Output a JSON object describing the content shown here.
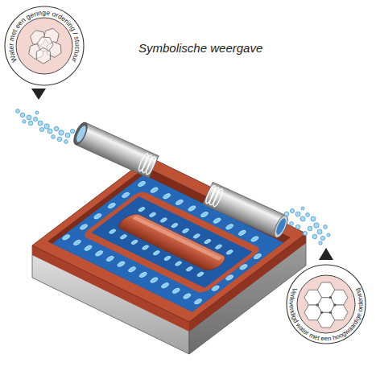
{
  "diagram": {
    "title": "Symbolische weergave",
    "nodes": [
      {
        "text": [
          "Water met een geringe ordening / stuctuur"
        ]
      },
      {
        "text": [
          "Verlevendigd water met een hoogwaardige ordening"
        ]
      }
    ]
  }
}
